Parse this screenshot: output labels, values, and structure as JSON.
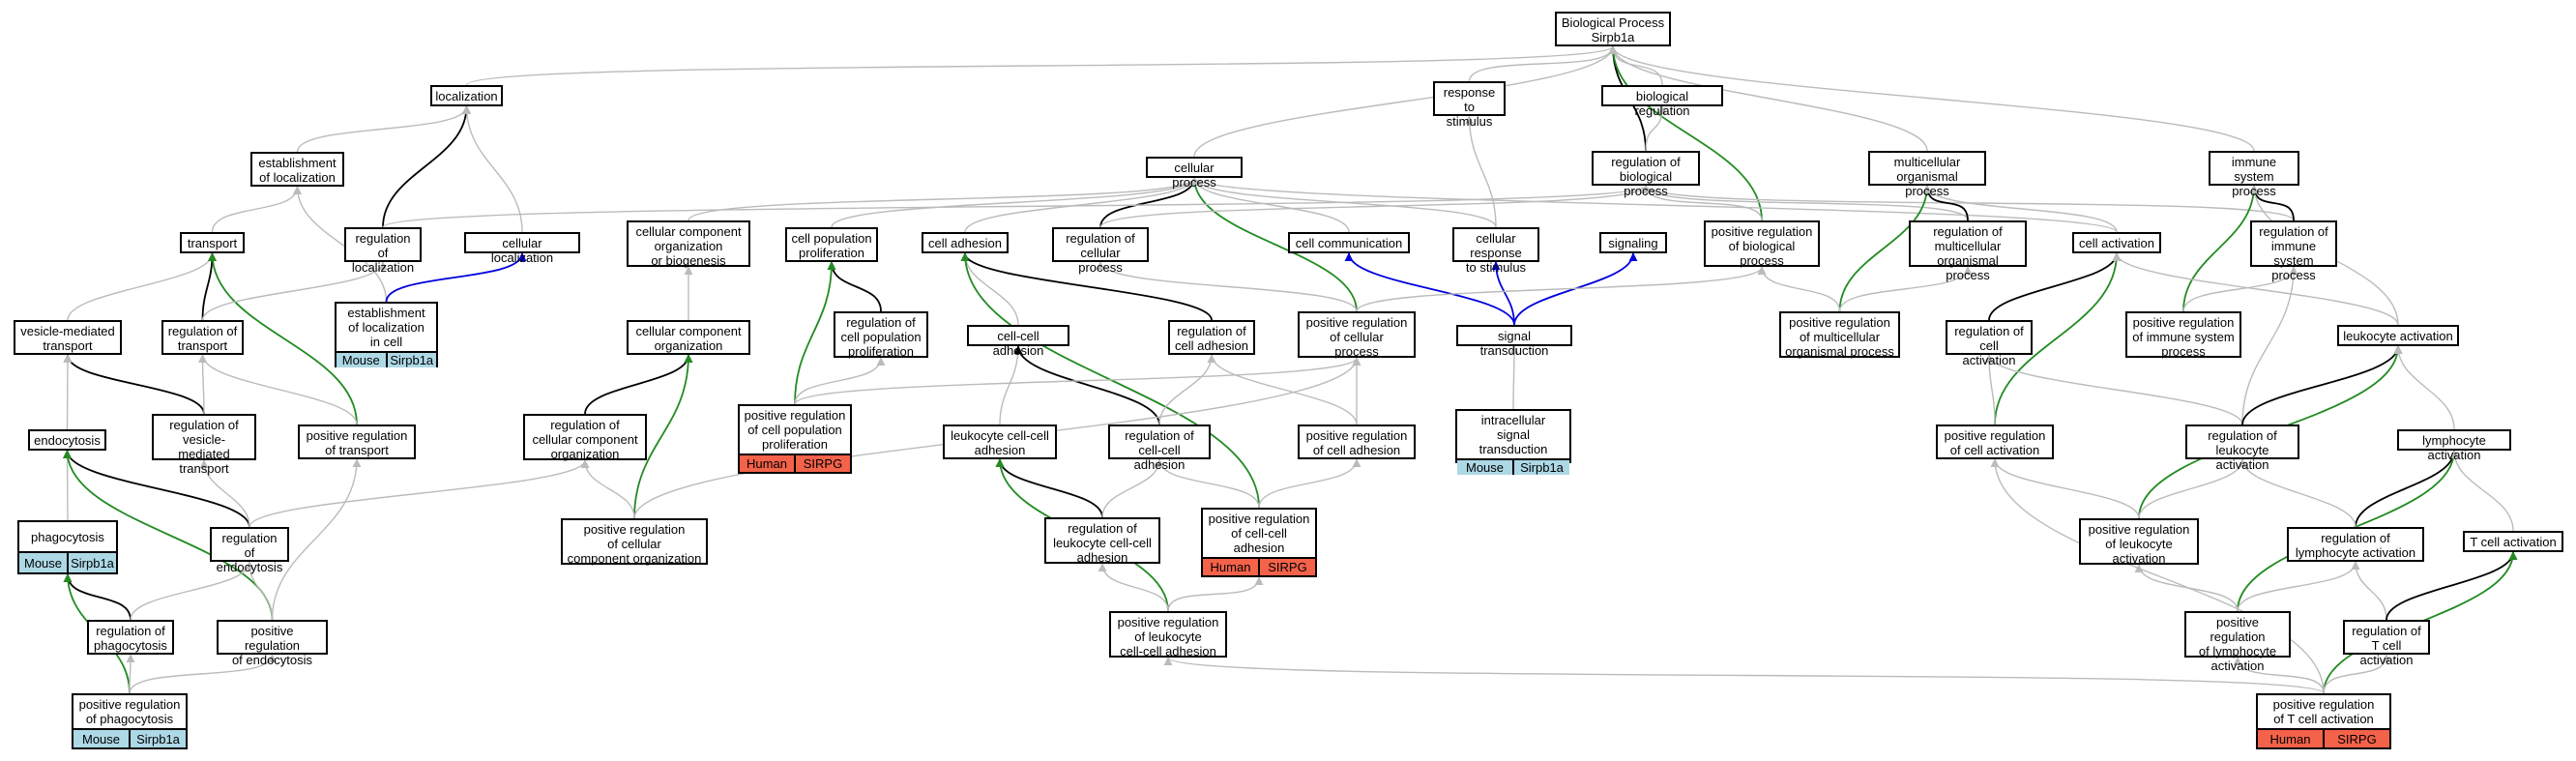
{
  "colors": {
    "is_a": "#bbbbbb",
    "regulates": "#000000",
    "positively_regulates": "#228b22",
    "part_of": "#0000dd",
    "mouse": "#add8e6",
    "human": "#f4624a"
  },
  "nodes": [
    {
      "id": "bp",
      "label": "Biological Process\nSirpb1a"
    },
    {
      "id": "loc",
      "label": "localization"
    },
    {
      "id": "resp",
      "label": "response to\nstimulus"
    },
    {
      "id": "bioreg",
      "label": "biological regulation"
    },
    {
      "id": "estloc",
      "label": "establishment\nof localization"
    },
    {
      "id": "cellproc",
      "label": "cellular process"
    },
    {
      "id": "regbio",
      "label": "regulation of\nbiological process"
    },
    {
      "id": "multi",
      "label": "multicellular\norganismal process"
    },
    {
      "id": "immune",
      "label": "immune system\nprocess"
    },
    {
      "id": "transport",
      "label": "transport"
    },
    {
      "id": "regloc",
      "label": "regulation of\nlocalization"
    },
    {
      "id": "cellloc",
      "label": "cellular localization"
    },
    {
      "id": "ccorg",
      "label": "cellular component\norganization\nor biogenesis"
    },
    {
      "id": "cpp",
      "label": "cell population\nproliferation"
    },
    {
      "id": "celladh",
      "label": "cell adhesion"
    },
    {
      "id": "regcp",
      "label": "regulation of\ncellular process"
    },
    {
      "id": "cellcomm",
      "label": "cell communication"
    },
    {
      "id": "cresp",
      "label": "cellular response\nto stimulus"
    },
    {
      "id": "signaling",
      "label": "signaling"
    },
    {
      "id": "posregbio",
      "label": "positive regulation\nof biological\nprocess"
    },
    {
      "id": "regmulti",
      "label": "regulation of\nmulticellular\norganismal process"
    },
    {
      "id": "cellact",
      "label": "cell activation"
    },
    {
      "id": "regimm",
      "label": "regulation of\nimmune system\nprocess"
    },
    {
      "id": "vmt",
      "label": "vesicle-mediated\ntransport"
    },
    {
      "id": "regtrans",
      "label": "regulation of\ntransport"
    },
    {
      "id": "estlocincell",
      "label": "establishment\nof localization\nin cell",
      "tags": [
        "Mouse",
        "Sirpb1a"
      ]
    },
    {
      "id": "ccorg2",
      "label": "cellular component\norganization"
    },
    {
      "id": "regcpp",
      "label": "regulation of\ncell population\nproliferation"
    },
    {
      "id": "ccadh",
      "label": "cell-cell adhesion"
    },
    {
      "id": "regadh",
      "label": "regulation of\ncell adhesion"
    },
    {
      "id": "posregcp",
      "label": "positive regulation\nof cellular\nprocess"
    },
    {
      "id": "sigtrans",
      "label": "signal transduction"
    },
    {
      "id": "posregmulti",
      "label": "positive regulation\nof multicellular\norganismal process"
    },
    {
      "id": "regcellact",
      "label": "regulation of\ncell activation"
    },
    {
      "id": "posregimm",
      "label": "positive regulation\nof immune system\nprocess"
    },
    {
      "id": "leukact",
      "label": "leukocyte activation"
    },
    {
      "id": "endo",
      "label": "endocytosis"
    },
    {
      "id": "regvmt",
      "label": "regulation of\nvesicle-mediated\ntransport"
    },
    {
      "id": "posregtrans",
      "label": "positive regulation\nof transport"
    },
    {
      "id": "regccorg",
      "label": "regulation of\ncellular component\norganization"
    },
    {
      "id": "posregcpp",
      "label": "positive regulation\nof cell population\nproliferation",
      "tags": [
        "Human",
        "SIRPG"
      ]
    },
    {
      "id": "leukccadh",
      "label": "leukocyte cell-cell\nadhesion"
    },
    {
      "id": "regccadh",
      "label": "regulation of\ncell-cell adhesion"
    },
    {
      "id": "posregadh",
      "label": "positive regulation\nof cell adhesion"
    },
    {
      "id": "intrasig",
      "label": "intracellular\nsignal transduction",
      "tags": [
        "Mouse",
        "Sirpb1a"
      ]
    },
    {
      "id": "posregcellact",
      "label": "positive regulation\nof cell activation"
    },
    {
      "id": "regleukact",
      "label": "regulation of\nleukocyte activation"
    },
    {
      "id": "lymphact",
      "label": "lymphocyte activation"
    },
    {
      "id": "phago",
      "label": "phagocytosis",
      "tags": [
        "Mouse",
        "Sirpb1a"
      ]
    },
    {
      "id": "regendo",
      "label": "regulation of\nendocytosis"
    },
    {
      "id": "posregccorg",
      "label": "positive regulation\nof cellular\ncomponent organization"
    },
    {
      "id": "regleukccadh",
      "label": "regulation of\nleukocyte cell-cell\nadhesion"
    },
    {
      "id": "posregccadh",
      "label": "positive regulation\nof cell-cell\nadhesion",
      "tags": [
        "Human",
        "SIRPG"
      ]
    },
    {
      "id": "posregleukact",
      "label": "positive regulation\nof leukocyte\nactivation"
    },
    {
      "id": "reglymphact",
      "label": "regulation of\nlymphocyte activation"
    },
    {
      "id": "tcellact",
      "label": "T cell activation"
    },
    {
      "id": "regphago",
      "label": "regulation of\nphagocytosis"
    },
    {
      "id": "posregendo",
      "label": "positive regulation\nof endocytosis"
    },
    {
      "id": "posregleukccadh",
      "label": "positive regulation\nof leukocyte\ncell-cell adhesion"
    },
    {
      "id": "posreglymphact",
      "label": "positive regulation\nof lymphocyte\nactivation"
    },
    {
      "id": "regtcellact",
      "label": "regulation of\nT cell activation"
    },
    {
      "id": "posregphago",
      "label": "positive regulation\nof phagocytosis",
      "tags": [
        "Mouse",
        "Sirpb1a"
      ]
    },
    {
      "id": "posregtcellact",
      "label": "positive regulation\nof T cell activation",
      "tags": [
        "Human",
        "SIRPG"
      ]
    }
  ],
  "edges": [
    [
      "loc",
      "bp",
      "is_a"
    ],
    [
      "resp",
      "bp",
      "is_a"
    ],
    [
      "bioreg",
      "bp",
      "is_a"
    ],
    [
      "cellproc",
      "bp",
      "is_a"
    ],
    [
      "regbio",
      "bp",
      "regulates"
    ],
    [
      "posregbio",
      "bp",
      "positively_regulates"
    ],
    [
      "multi",
      "bp",
      "is_a"
    ],
    [
      "immune",
      "bp",
      "is_a"
    ],
    [
      "estloc",
      "loc",
      "is_a"
    ],
    [
      "regloc",
      "loc",
      "regulates"
    ],
    [
      "cellloc",
      "loc",
      "is_a"
    ],
    [
      "transport",
      "estloc",
      "is_a"
    ],
    [
      "estlocincell",
      "estloc",
      "is_a"
    ],
    [
      "regbio",
      "bioreg",
      "is_a"
    ],
    [
      "regcp",
      "cellproc",
      "regulates"
    ],
    [
      "posregcp",
      "cellproc",
      "positively_regulates"
    ],
    [
      "cpp",
      "cellproc",
      "is_a"
    ],
    [
      "celladh",
      "cellproc",
      "is_a"
    ],
    [
      "cellcomm",
      "cellproc",
      "is_a"
    ],
    [
      "cresp",
      "cellproc",
      "is_a"
    ],
    [
      "ccorg",
      "cellproc",
      "is_a"
    ],
    [
      "cellact",
      "cellproc",
      "is_a"
    ],
    [
      "cresp",
      "resp",
      "is_a"
    ],
    [
      "regcp",
      "regbio",
      "is_a"
    ],
    [
      "posregbio",
      "regbio",
      "is_a"
    ],
    [
      "regmulti",
      "regbio",
      "is_a"
    ],
    [
      "regimm",
      "regbio",
      "is_a"
    ],
    [
      "regloc",
      "regbio",
      "is_a"
    ],
    [
      "regmulti",
      "multi",
      "regulates"
    ],
    [
      "posregmulti",
      "multi",
      "positively_regulates"
    ],
    [
      "cellact",
      "multi",
      "is_a"
    ],
    [
      "regimm",
      "immune",
      "regulates"
    ],
    [
      "posregimm",
      "immune",
      "positively_regulates"
    ],
    [
      "leukact",
      "immune",
      "is_a"
    ],
    [
      "vmt",
      "transport",
      "is_a"
    ],
    [
      "regtrans",
      "transport",
      "regulates"
    ],
    [
      "posregtrans",
      "transport",
      "positively_regulates"
    ],
    [
      "regtrans",
      "regloc",
      "is_a"
    ],
    [
      "estlocincell",
      "cellloc",
      "part_of"
    ],
    [
      "ccorg2",
      "ccorg",
      "is_a"
    ],
    [
      "regcpp",
      "cpp",
      "regulates"
    ],
    [
      "posregcpp",
      "cpp",
      "positively_regulates"
    ],
    [
      "ccadh",
      "celladh",
      "is_a"
    ],
    [
      "regadh",
      "celladh",
      "regulates"
    ],
    [
      "posregccadh",
      "celladh",
      "positively_regulates"
    ],
    [
      "posregcp",
      "regcp",
      "is_a"
    ],
    [
      "sigtrans",
      "cellcomm",
      "part_of"
    ],
    [
      "sigtrans",
      "cresp",
      "part_of"
    ],
    [
      "sigtrans",
      "signaling",
      "part_of"
    ],
    [
      "posregcp",
      "posregbio",
      "is_a"
    ],
    [
      "posregmulti",
      "posregbio",
      "is_a"
    ],
    [
      "posregmulti",
      "regmulti",
      "is_a"
    ],
    [
      "regcellact",
      "cellact",
      "regulates"
    ],
    [
      "posregcellact",
      "cellact",
      "positively_regulates"
    ],
    [
      "leukact",
      "cellact",
      "is_a"
    ],
    [
      "posregimm",
      "regimm",
      "is_a"
    ],
    [
      "regleukact",
      "regimm",
      "is_a"
    ],
    [
      "regvmt",
      "vmt",
      "regulates"
    ],
    [
      "endo",
      "vmt",
      "is_a"
    ],
    [
      "regvmt",
      "regtrans",
      "is_a"
    ],
    [
      "posregtrans",
      "regtrans",
      "is_a"
    ],
    [
      "regccorg",
      "ccorg2",
      "regulates"
    ],
    [
      "posregccorg",
      "ccorg2",
      "positively_regulates"
    ],
    [
      "posregcpp",
      "regcpp",
      "is_a"
    ],
    [
      "leukccadh",
      "ccadh",
      "is_a"
    ],
    [
      "regccadh",
      "ccadh",
      "regulates"
    ],
    [
      "regccadh",
      "regadh",
      "is_a"
    ],
    [
      "posregadh",
      "regadh",
      "is_a"
    ],
    [
      "posregadh",
      "posregcp",
      "is_a"
    ],
    [
      "intrasig",
      "sigtrans",
      "is_a"
    ],
    [
      "posregcellact",
      "regcellact",
      "is_a"
    ],
    [
      "regleukact",
      "regcellact",
      "is_a"
    ],
    [
      "regleukact",
      "leukact",
      "regulates"
    ],
    [
      "posregleukact",
      "leukact",
      "positively_regulates"
    ],
    [
      "lymphact",
      "leukact",
      "is_a"
    ],
    [
      "phago",
      "endo",
      "is_a"
    ],
    [
      "regendo",
      "endo",
      "regulates"
    ],
    [
      "posregendo",
      "endo",
      "positively_regulates"
    ],
    [
      "regendo",
      "regvmt",
      "is_a"
    ],
    [
      "posregendo",
      "posregtrans",
      "is_a"
    ],
    [
      "posregccorg",
      "regccorg",
      "is_a"
    ],
    [
      "regendo",
      "regccorg",
      "is_a"
    ],
    [
      "regleukccadh",
      "leukccadh",
      "regulates"
    ],
    [
      "posregleukccadh",
      "leukccadh",
      "positively_regulates"
    ],
    [
      "regleukccadh",
      "regccadh",
      "is_a"
    ],
    [
      "posregccadh",
      "regccadh",
      "is_a"
    ],
    [
      "posregccadh",
      "posregadh",
      "is_a"
    ],
    [
      "posregleukact",
      "regleukact",
      "is_a"
    ],
    [
      "posregleukact",
      "posregcellact",
      "is_a"
    ],
    [
      "reglymphact",
      "lymphact",
      "regulates"
    ],
    [
      "posreglymphact",
      "lymphact",
      "positively_regulates"
    ],
    [
      "tcellact",
      "lymphact",
      "is_a"
    ],
    [
      "reglymphact",
      "regleukact",
      "is_a"
    ],
    [
      "regphago",
      "phago",
      "regulates"
    ],
    [
      "posregphago",
      "phago",
      "positively_regulates"
    ],
    [
      "regphago",
      "regendo",
      "is_a"
    ],
    [
      "posregendo",
      "regendo",
      "is_a"
    ],
    [
      "posregleukccadh",
      "regleukccadh",
      "is_a"
    ],
    [
      "posregleukccadh",
      "posregccadh",
      "is_a"
    ],
    [
      "posreglymphact",
      "reglymphact",
      "is_a"
    ],
    [
      "posreglymphact",
      "posregleukact",
      "is_a"
    ],
    [
      "regtcellact",
      "reglymphact",
      "is_a"
    ],
    [
      "regtcellact",
      "tcellact",
      "regulates"
    ],
    [
      "posregtcellact",
      "tcellact",
      "positively_regulates"
    ],
    [
      "posregphago",
      "regphago",
      "is_a"
    ],
    [
      "posregphago",
      "posregendo",
      "is_a"
    ],
    [
      "posregtcellact",
      "regtcellact",
      "is_a"
    ],
    [
      "posregtcellact",
      "posreglymphact",
      "is_a"
    ],
    [
      "posregtcellact",
      "posregleukccadh",
      "is_a"
    ],
    [
      "posregccorg",
      "posregcp",
      "is_a"
    ],
    [
      "posregcpp",
      "posregcp",
      "is_a"
    ],
    [
      "posregtcellact",
      "posregcellact",
      "is_a"
    ]
  ]
}
